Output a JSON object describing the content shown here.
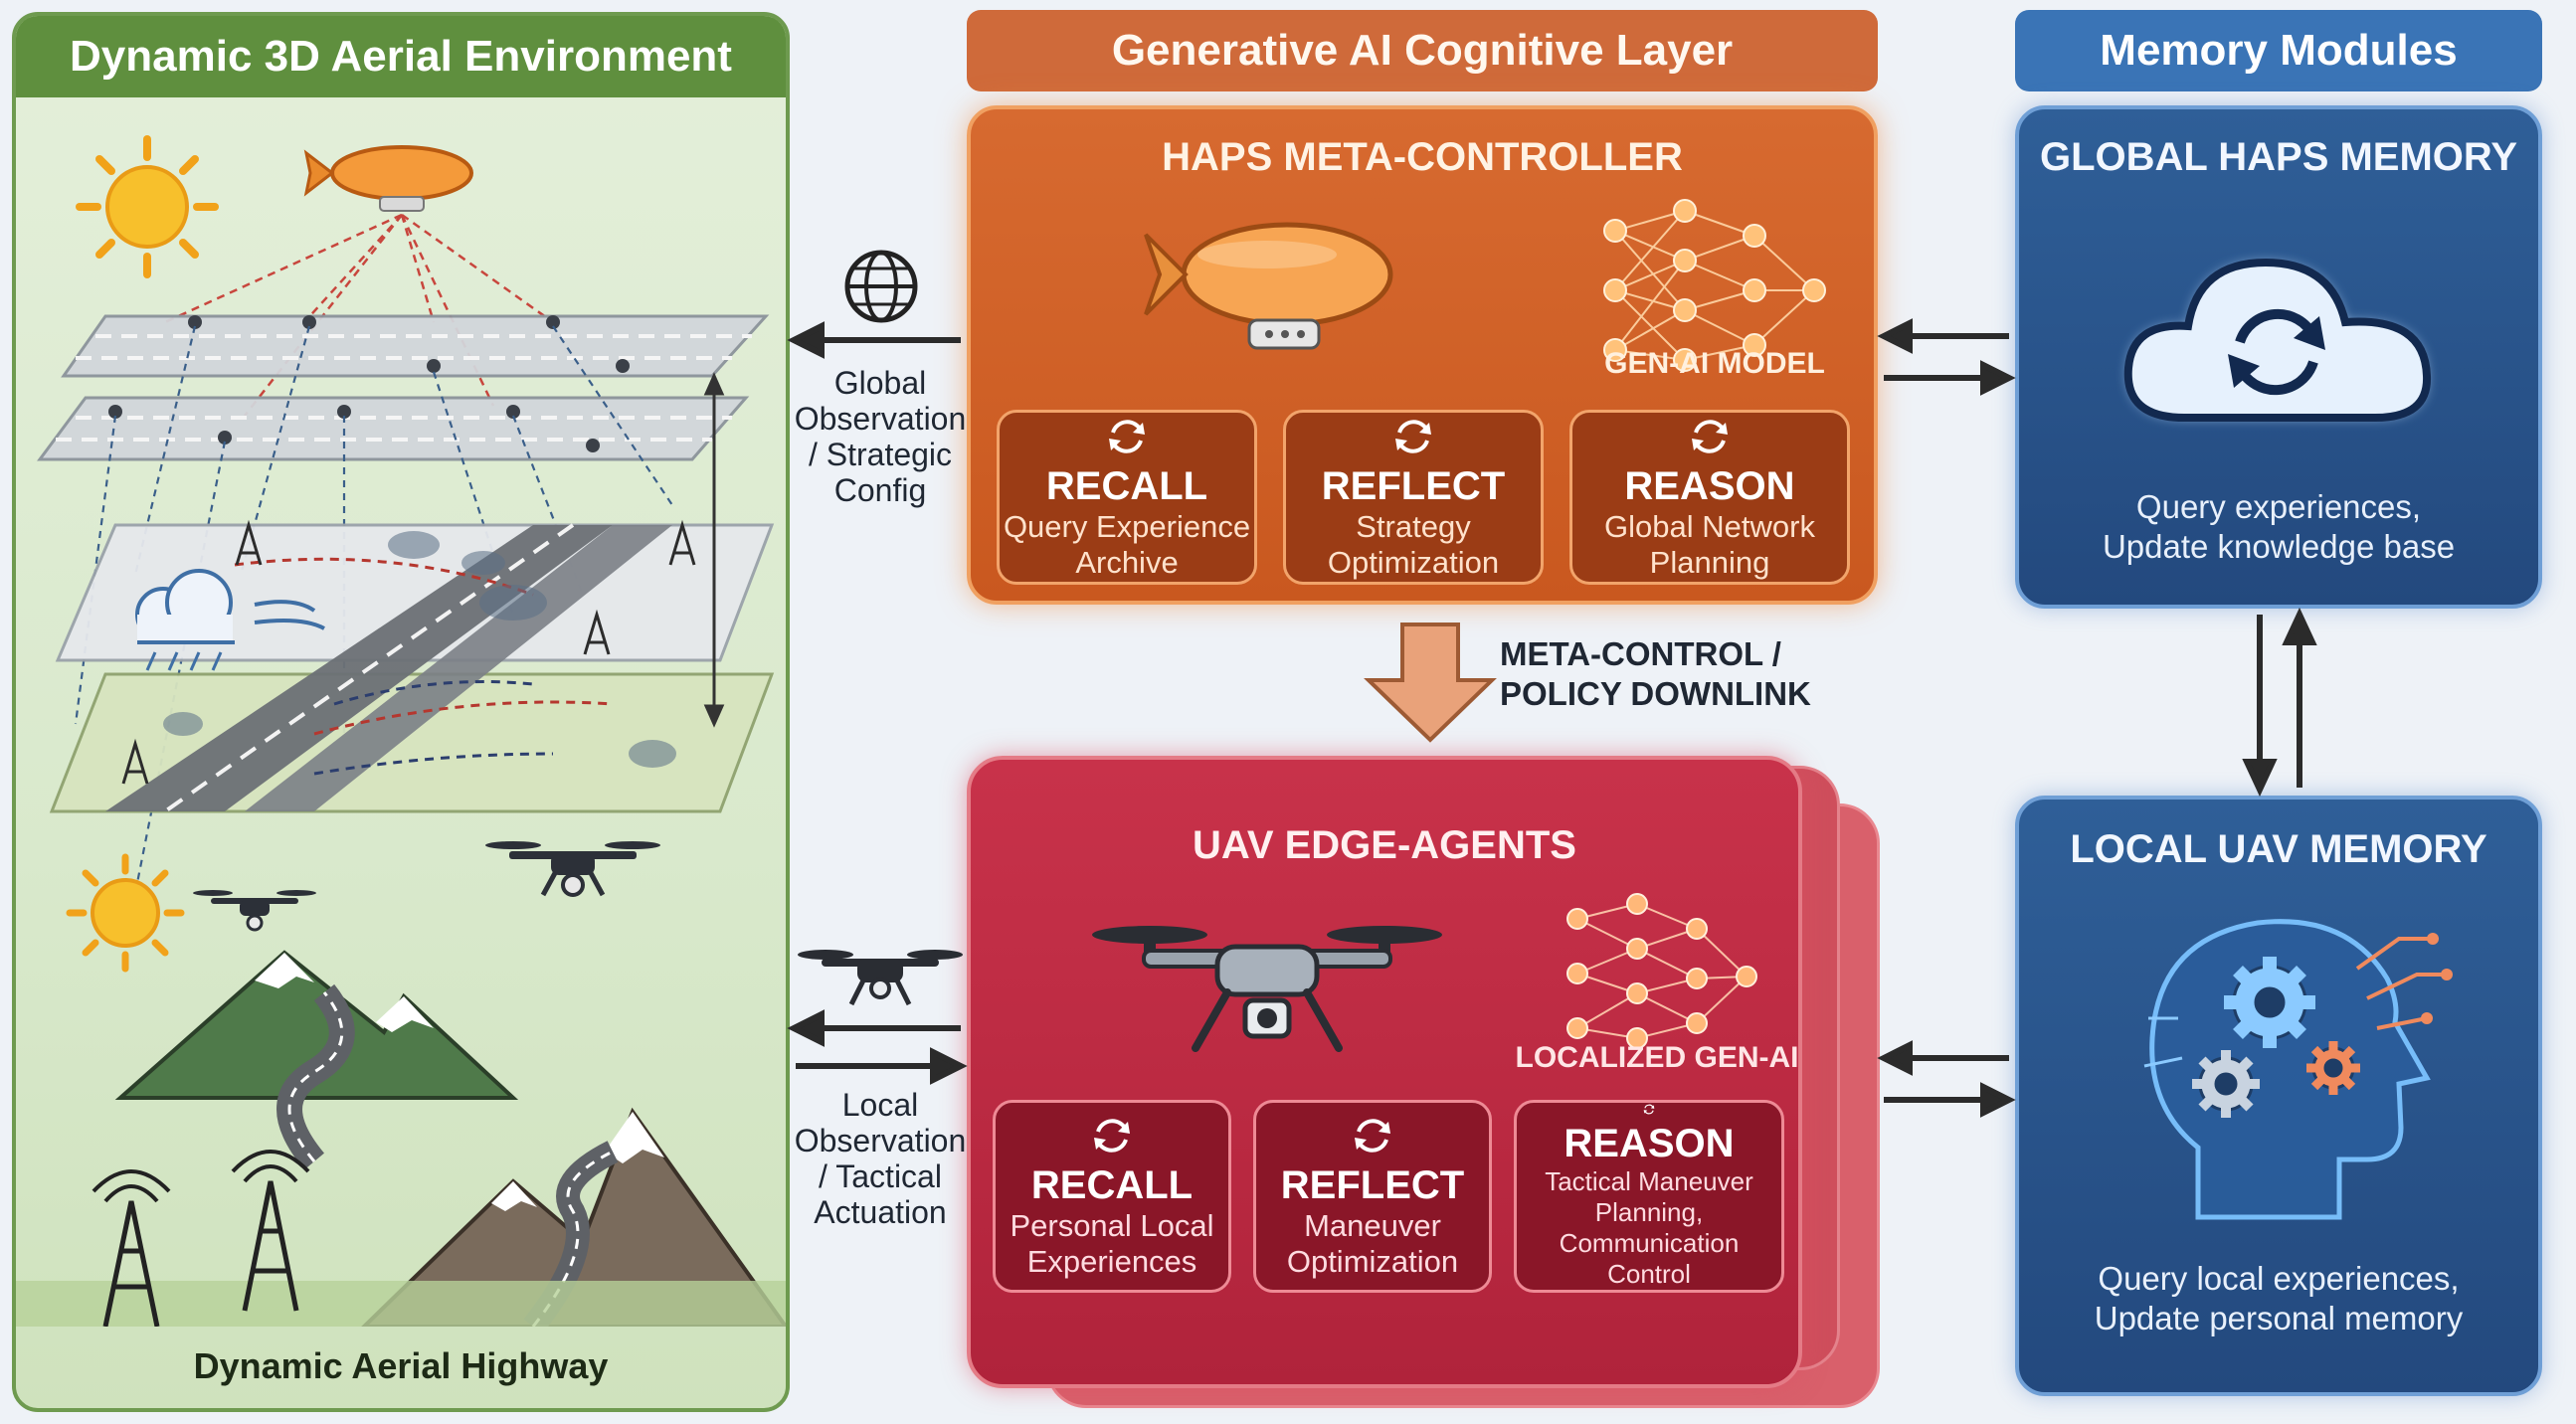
{
  "environment": {
    "title": "Dynamic 3D Aerial Environment",
    "footer": "Dynamic Aerial Highway"
  },
  "cognitive_layer": {
    "title": "Generative AI Cognitive Layer"
  },
  "memory_modules": {
    "title": "Memory Modules"
  },
  "haps": {
    "title": "HAPS META-CONTROLLER",
    "model_label": "GEN-AI MODEL",
    "cards": [
      {
        "title": "RECALL",
        "line1": "Query Experience",
        "line2": "Archive"
      },
      {
        "title": "REFLECT",
        "line1": "Strategy",
        "line2": "Optimization"
      },
      {
        "title": "REASON",
        "line1": "Global Network",
        "line2": "Planning"
      }
    ]
  },
  "downlink": {
    "line1": "META-CONTROL /",
    "line2": "POLICY DOWNLINK"
  },
  "uav": {
    "title": "UAV EDGE-AGENTS",
    "model_label": "LOCALIZED GEN-AI",
    "cards": [
      {
        "title": "RECALL",
        "line1": "Personal Local",
        "line2": "Experiences",
        "line3": ""
      },
      {
        "title": "REFLECT",
        "line1": "Maneuver",
        "line2": "Optimization",
        "line3": ""
      },
      {
        "title": "REASON",
        "line1": "Tactical Maneuver",
        "line2": "Planning,",
        "line3": "Communication Control"
      }
    ]
  },
  "global_obs": {
    "line1": "Global",
    "line2": "Observation",
    "line3": "/ Strategic",
    "line4": "Config"
  },
  "local_obs": {
    "line1": "Local",
    "line2": "Observation",
    "line3": "/ Tactical",
    "line4": "Actuation"
  },
  "global_memory": {
    "title": "GLOBAL HAPS MEMORY",
    "line1": "Query experiences,",
    "line2": "Update knowledge base"
  },
  "local_memory": {
    "title": "LOCAL UAV MEMORY",
    "line1": "Query local experiences,",
    "line2": "Update personal memory"
  },
  "colors": {
    "environment": "#5f8f3e",
    "cognitive": "#cf6a3a",
    "haps_box": "#c9581f",
    "uav_box": "#b0233b",
    "memory": "#23497e"
  },
  "icons": [
    "sun-icon",
    "airship-icon",
    "globe-icon",
    "drone-icon",
    "neural-network-icon",
    "cloud-sync-icon",
    "brain-gears-icon",
    "cell-tower-icon",
    "mountain-icon",
    "storm-cloud-icon",
    "refresh-icon"
  ]
}
